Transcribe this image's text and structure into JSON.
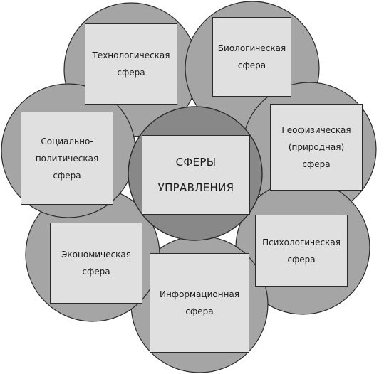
{
  "center": {
    "text": "СФЕРЫ\nУПРАВЛЕНИЯ"
  },
  "spheres": [
    {
      "text": "Технологическая\nсфера"
    },
    {
      "text": "Биологическая\nсфера"
    },
    {
      "text": "Геофизическая\n(природная)\nсфера"
    },
    {
      "text": "Психологическая\nсфера"
    },
    {
      "text": "Информационная\nсфера"
    },
    {
      "text": "Экономическая\nсфера"
    },
    {
      "text": "Социально-\nполитическая\nсфера"
    }
  ],
  "colors": {
    "outer_circle": "#a5a5a5",
    "center_circle": "#888888",
    "box_fill": "#e0e0e0",
    "stroke": "#2b2b2b"
  }
}
